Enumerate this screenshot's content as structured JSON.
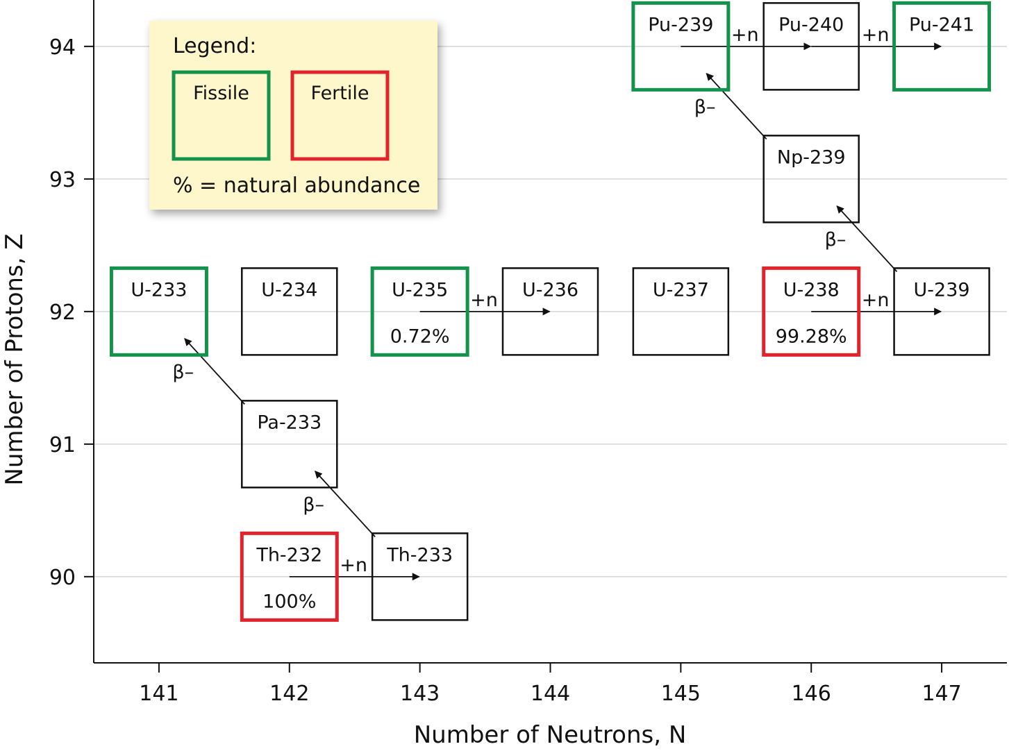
{
  "chart_data": {
    "type": "diagram",
    "xlabel": "Number of Neutrons, N",
    "ylabel": "Number of Protons, Z",
    "xlim": [
      140.5,
      147.5
    ],
    "ylim": [
      89.35,
      94.35
    ],
    "x_ticks": [
      141,
      142,
      143,
      144,
      145,
      146,
      147
    ],
    "y_ticks": [
      90,
      91,
      92,
      93,
      94
    ],
    "grid": true,
    "colors": {
      "fissile": "#13924b",
      "fertile": "#e1242b",
      "other": "#111111",
      "legend_bg": "#fdf7cb"
    },
    "nuclides": [
      {
        "name": "Th-232",
        "n": 142,
        "z": 90,
        "category": "fertile",
        "abundance": "100%"
      },
      {
        "name": "Th-233",
        "n": 143,
        "z": 90,
        "category": "other",
        "abundance": ""
      },
      {
        "name": "Pa-233",
        "n": 142,
        "z": 91,
        "category": "other",
        "abundance": ""
      },
      {
        "name": "U-233",
        "n": 141,
        "z": 92,
        "category": "fissile",
        "abundance": ""
      },
      {
        "name": "U-234",
        "n": 142,
        "z": 92,
        "category": "other",
        "abundance": ""
      },
      {
        "name": "U-235",
        "n": 143,
        "z": 92,
        "category": "fissile",
        "abundance": "0.72%"
      },
      {
        "name": "U-236",
        "n": 144,
        "z": 92,
        "category": "other",
        "abundance": ""
      },
      {
        "name": "U-237",
        "n": 145,
        "z": 92,
        "category": "other",
        "abundance": ""
      },
      {
        "name": "U-238",
        "n": 146,
        "z": 92,
        "category": "fertile",
        "abundance": "99.28%"
      },
      {
        "name": "U-239",
        "n": 147,
        "z": 92,
        "category": "other",
        "abundance": ""
      },
      {
        "name": "Np-239",
        "n": 146,
        "z": 93,
        "category": "other",
        "abundance": ""
      },
      {
        "name": "Pu-239",
        "n": 145,
        "z": 94,
        "category": "fissile",
        "abundance": ""
      },
      {
        "name": "Pu-240",
        "n": 146,
        "z": 94,
        "category": "other",
        "abundance": ""
      },
      {
        "name": "Pu-241",
        "n": 147,
        "z": 94,
        "category": "fissile",
        "abundance": ""
      }
    ],
    "transitions": [
      {
        "from": "Th-232",
        "to": "Th-233",
        "label": "+n"
      },
      {
        "from": "Th-233",
        "to": "Pa-233",
        "label": "β–"
      },
      {
        "from": "Pa-233",
        "to": "U-233",
        "label": "β–"
      },
      {
        "from": "U-235",
        "to": "U-236",
        "label": "+n"
      },
      {
        "from": "U-238",
        "to": "U-239",
        "label": "+n"
      },
      {
        "from": "U-239",
        "to": "Np-239",
        "label": "β–"
      },
      {
        "from": "Np-239",
        "to": "Pu-239",
        "label": "β–"
      },
      {
        "from": "Pu-239",
        "to": "Pu-240",
        "label": "+n"
      },
      {
        "from": "Pu-240",
        "to": "Pu-241",
        "label": "+n"
      }
    ],
    "legend": {
      "title": "Legend:",
      "fissile_label": "Fissile",
      "fertile_label": "Fertile",
      "note": "% = natural abundance"
    }
  }
}
